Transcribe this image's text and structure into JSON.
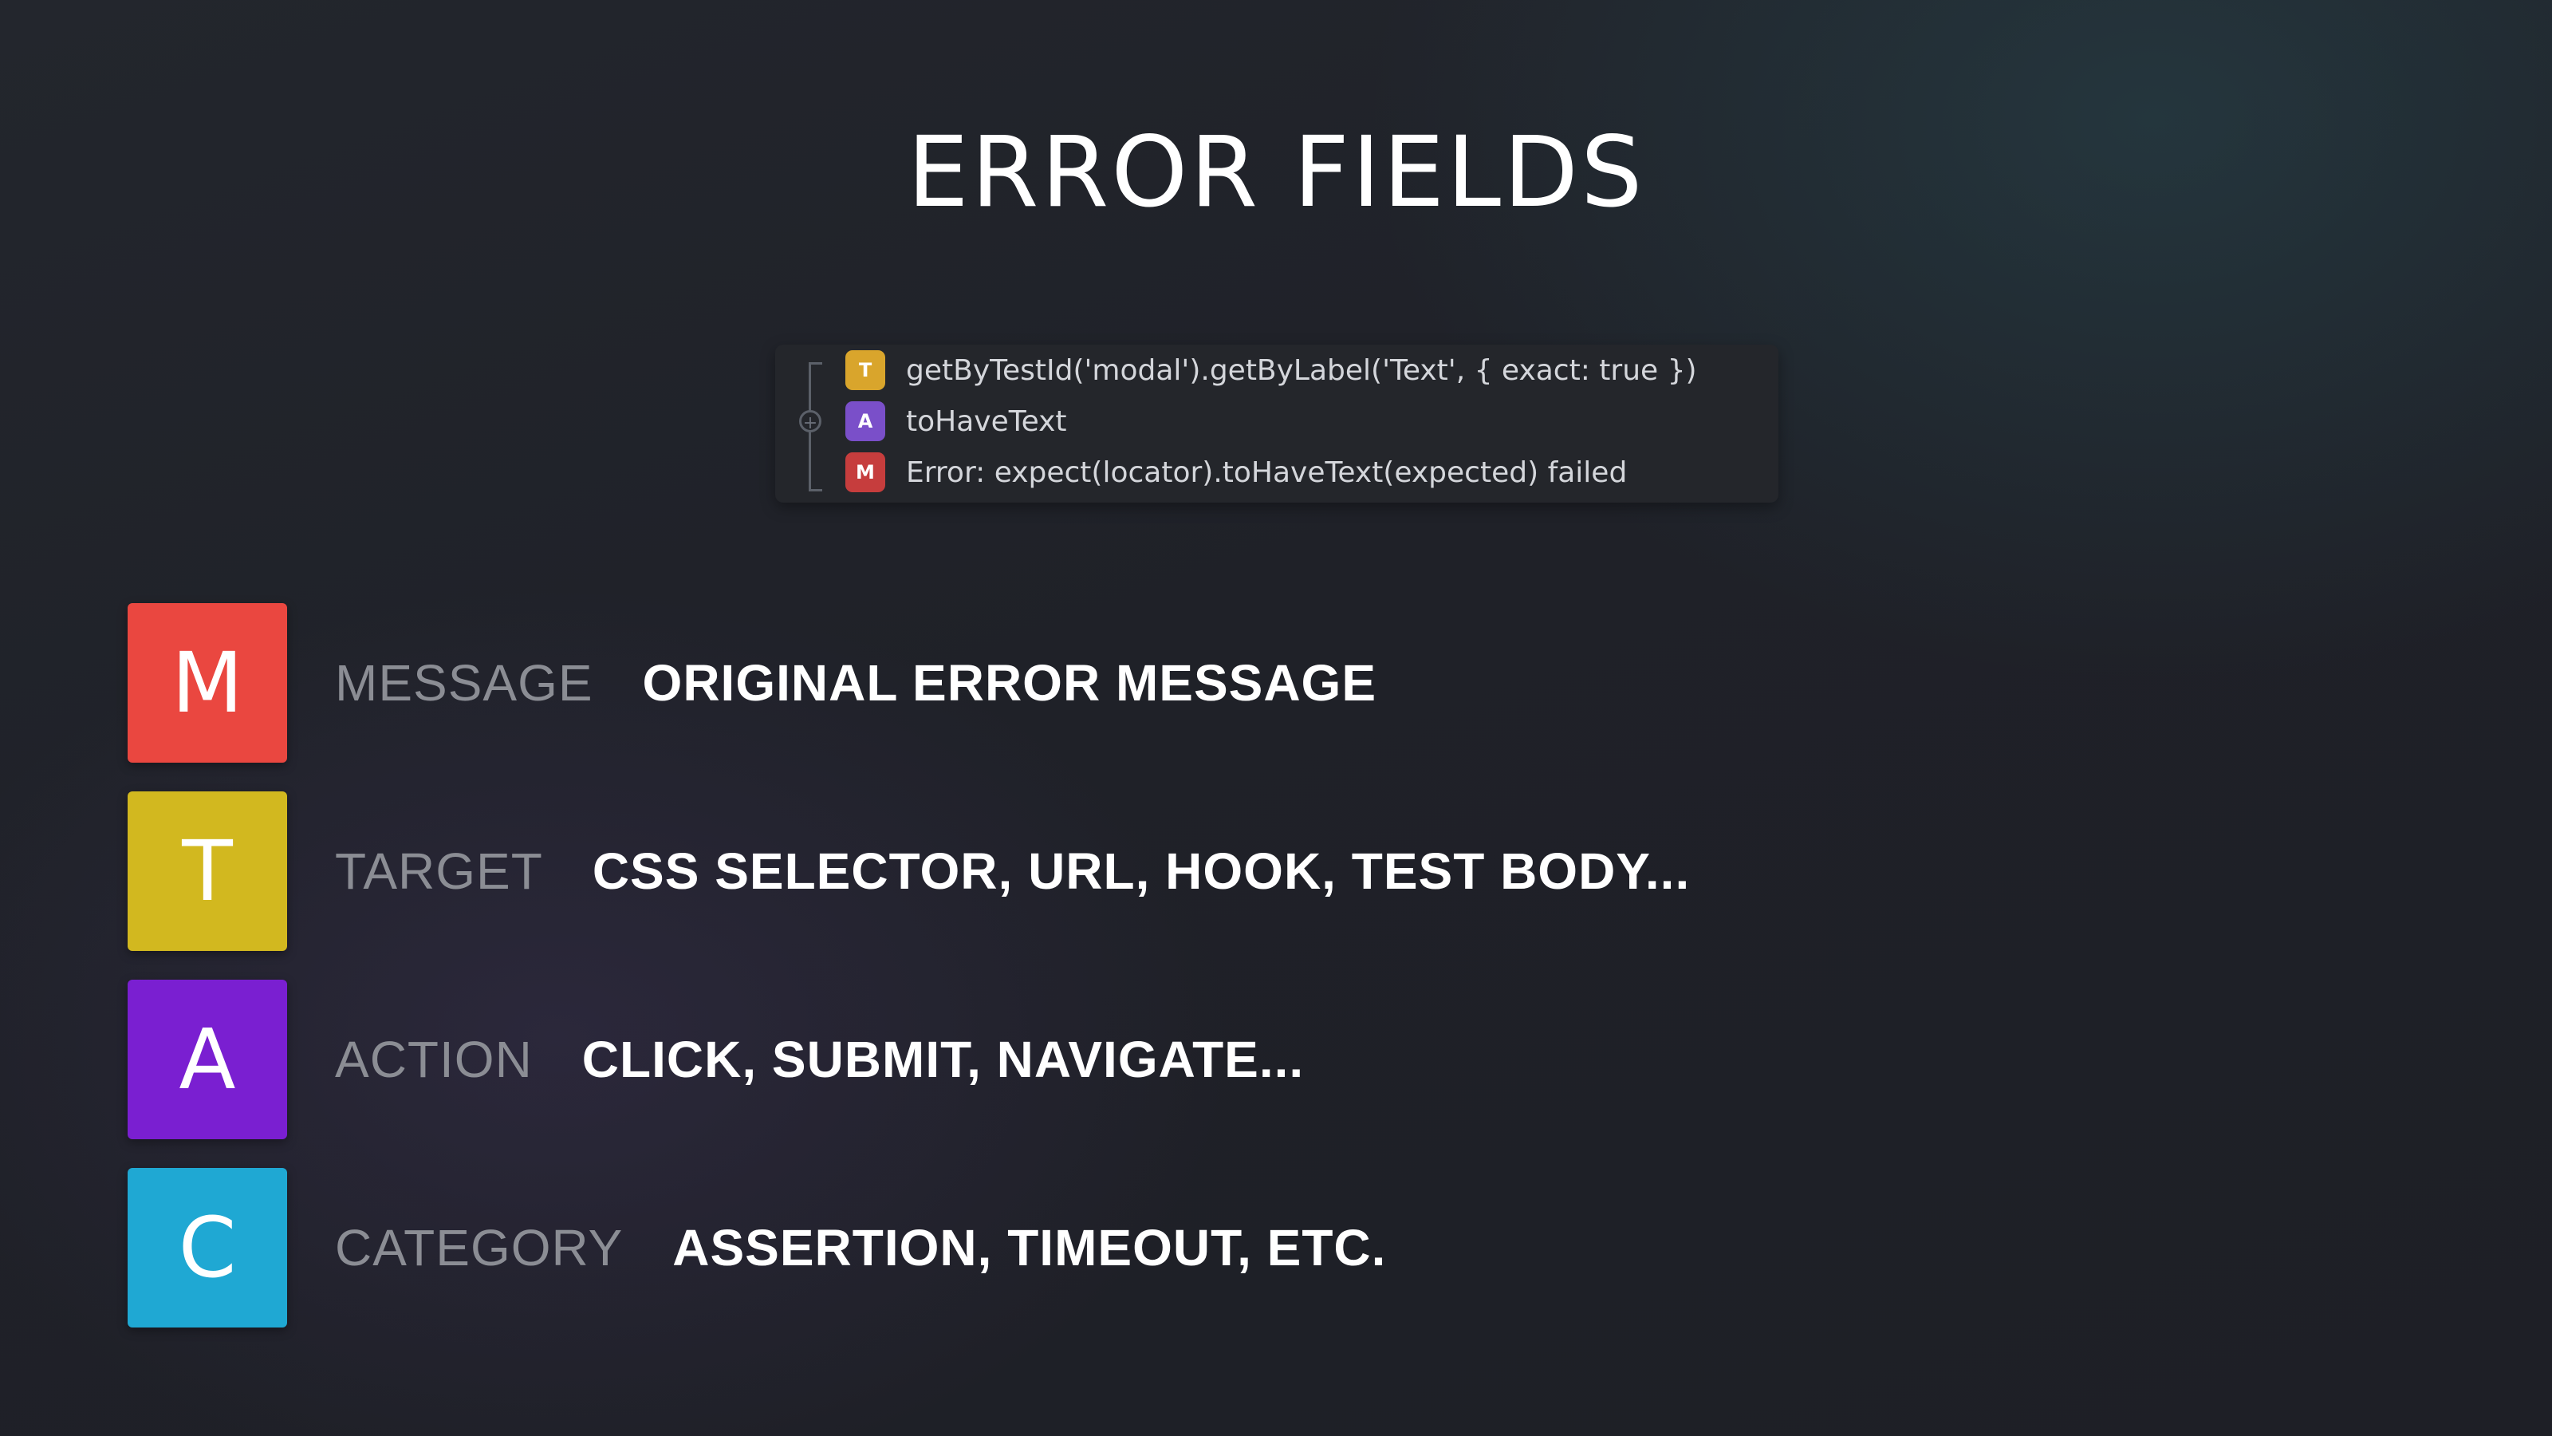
{
  "title": "ERROR FIELDS",
  "trace": {
    "rows": [
      {
        "badge": "T",
        "badge_color": "#d9a52c",
        "text": "getByTestId('modal').getByLabel('Text', { exact: true })"
      },
      {
        "badge": "A",
        "badge_color": "#7a4fc9",
        "text": "toHaveText"
      },
      {
        "badge": "M",
        "badge_color": "#c63d3d",
        "text": "Error: expect(locator).toHaveText(expected) failed"
      }
    ],
    "node_symbol": "+"
  },
  "fields": [
    {
      "letter": "M",
      "color": "#ea4740",
      "name": "MESSAGE",
      "description": "ORIGINAL ERROR MESSAGE"
    },
    {
      "letter": "T",
      "color": "#d2b81f",
      "name": "TARGET",
      "description": "CSS SELECTOR, URL, HOOK, TEST BODY..."
    },
    {
      "letter": "A",
      "color": "#7a1fd1",
      "name": "ACTION",
      "description": "CLICK, SUBMIT, NAVIGATE..."
    },
    {
      "letter": "C",
      "color": "#1fa8d3",
      "name": "CATEGORY",
      "description": "ASSERTION, TIMEOUT, ETC."
    }
  ]
}
